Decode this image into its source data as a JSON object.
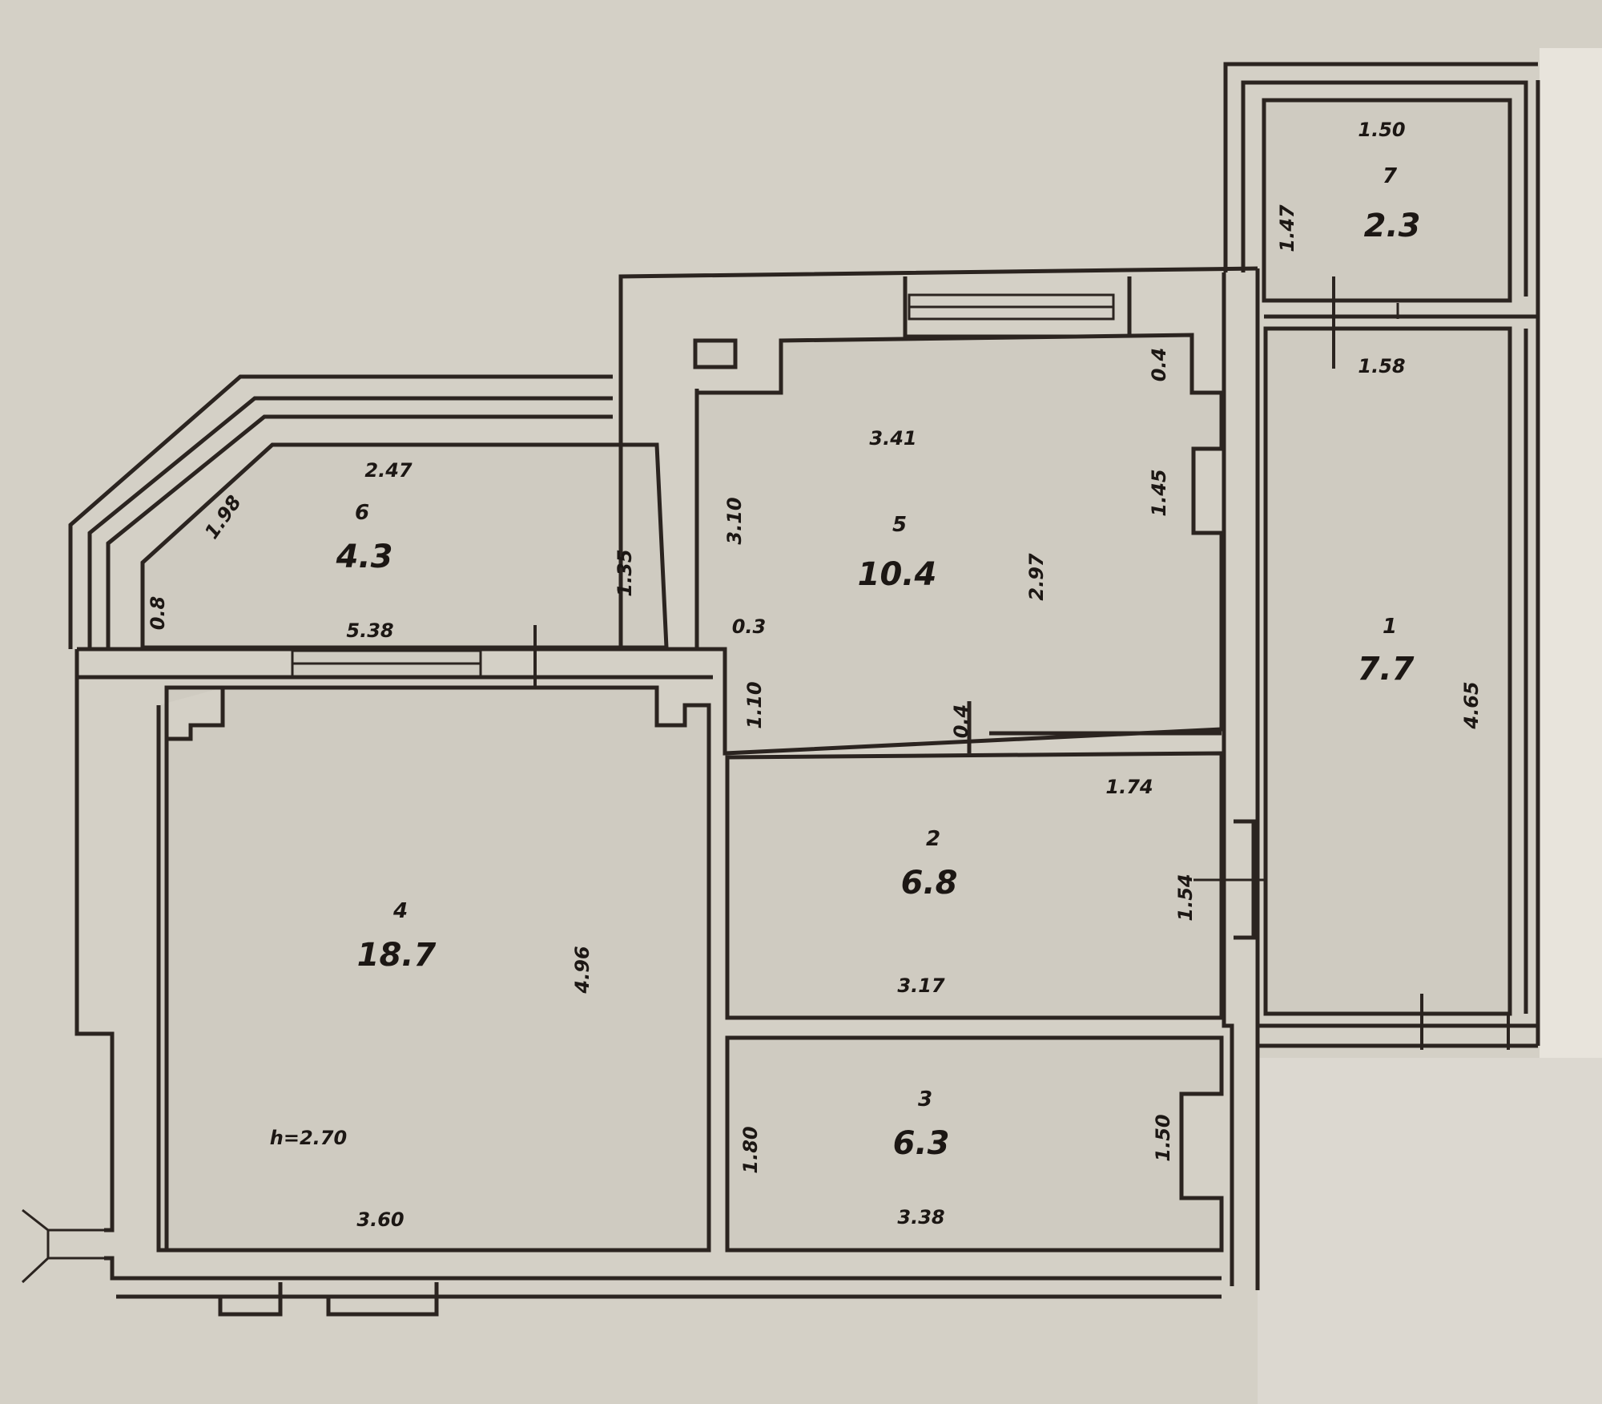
{
  "colors": {
    "background": "#d4d0c6",
    "room_fill": "#cfcbc1",
    "line": "#2b2420",
    "right_panel": "#e8e4dc"
  },
  "rooms": [
    {
      "id": "loggia-6",
      "number": "6",
      "area": "4.3"
    },
    {
      "id": "room-5",
      "number": "5",
      "area": "10.4"
    },
    {
      "id": "room-7",
      "number": "7",
      "area": "2.3"
    },
    {
      "id": "room-1",
      "number": "1",
      "area": "7.7"
    },
    {
      "id": "room-2",
      "number": "2",
      "area": "6.8"
    },
    {
      "id": "room-3",
      "number": "3",
      "area": "6.3"
    },
    {
      "id": "room-4",
      "number": "4",
      "area": "18.7"
    }
  ],
  "dimensions": {
    "loggia_top": "2.47",
    "loggia_diag": "1.98",
    "loggia_bottom": "5.38",
    "loggia_left": "0.8",
    "loggia_right": "1.35",
    "room5_top": "3.41",
    "room5_left": "3.10",
    "room5_mid": "2.97",
    "room5_right_top": "0.4",
    "room5_right": "1.45",
    "room5_left_low": "1.10",
    "room5_small": "0.4",
    "room5_corner": "0.3",
    "room7_top": "1.50",
    "room7_left": "1.47",
    "room1_top": "1.58",
    "room1_side": "4.65",
    "room2_top": "1.74",
    "room2_side": "1.54",
    "room2_bottom": "3.17",
    "room3_left": "1.80",
    "room3_right": "1.50",
    "room3_bottom": "3.38",
    "room4_side": "4.96",
    "room4_bottom": "3.60",
    "room4_note": "h=2.70"
  }
}
